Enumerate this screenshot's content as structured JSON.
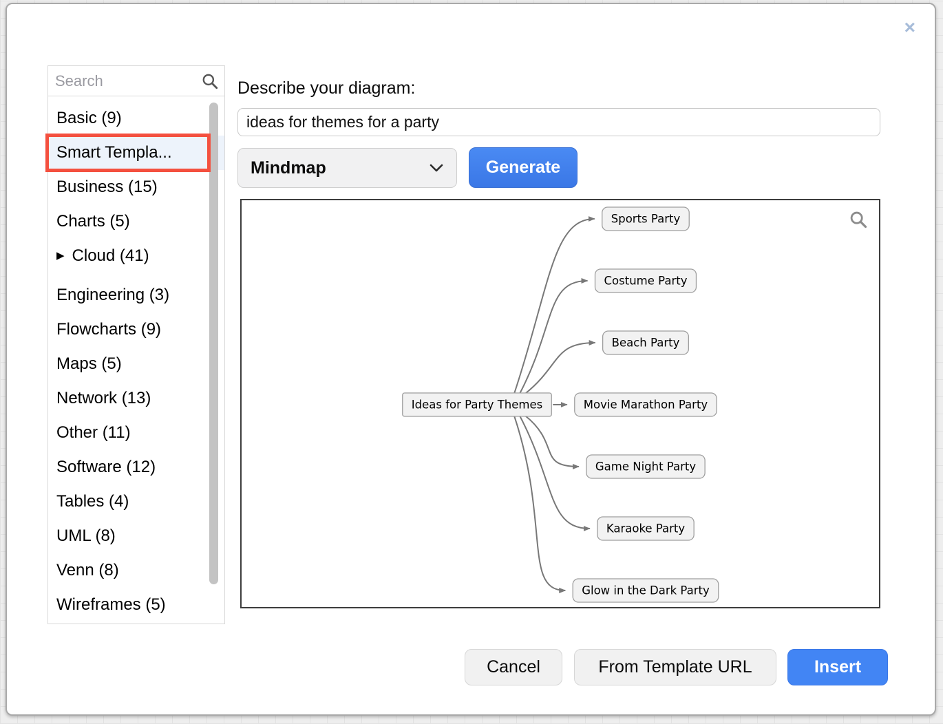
{
  "dialog": {
    "close_icon": "×"
  },
  "sidebar": {
    "search": {
      "placeholder": "Search",
      "value": ""
    },
    "items": [
      {
        "label": "Basic (9)"
      },
      {
        "label": "Smart Templa...",
        "selected": true,
        "highlighted": true
      },
      {
        "label": "Business (15)"
      },
      {
        "label": "Charts (5)"
      },
      {
        "label": "Cloud (41)",
        "expander": "▶"
      },
      {
        "label": "Engineering (3)",
        "gap_before": true
      },
      {
        "label": "Flowcharts (9)"
      },
      {
        "label": "Maps (5)"
      },
      {
        "label": "Network (13)"
      },
      {
        "label": "Other (11)"
      },
      {
        "label": "Software (12)"
      },
      {
        "label": "Tables (4)"
      },
      {
        "label": "UML (8)"
      },
      {
        "label": "Venn (8)"
      },
      {
        "label": "Wireframes (5)"
      }
    ]
  },
  "main": {
    "describe_label": "Describe your diagram:",
    "prompt_input": {
      "value": "ideas for themes for a party"
    },
    "type_select": {
      "value": "Mindmap"
    },
    "generate_button": "Generate"
  },
  "preview": {
    "diagram": {
      "type": "mindmap",
      "center": "Ideas for Party Themes",
      "children": [
        "Sports Party",
        "Costume Party",
        "Beach Party",
        "Movie Marathon Party",
        "Game Night Party",
        "Karaoke Party",
        "Glow in the Dark Party"
      ]
    }
  },
  "footer": {
    "cancel_button": "Cancel",
    "from_template_url_button": "From Template URL",
    "insert_button": "Insert"
  },
  "colors": {
    "accent_blue": "#4285f4",
    "highlight_red": "#f4503f",
    "selected_bg": "#edf3fb",
    "node_fill": "#f2f2f2",
    "node_stroke": "#9e9e9e",
    "edge_stroke": "#787878"
  }
}
